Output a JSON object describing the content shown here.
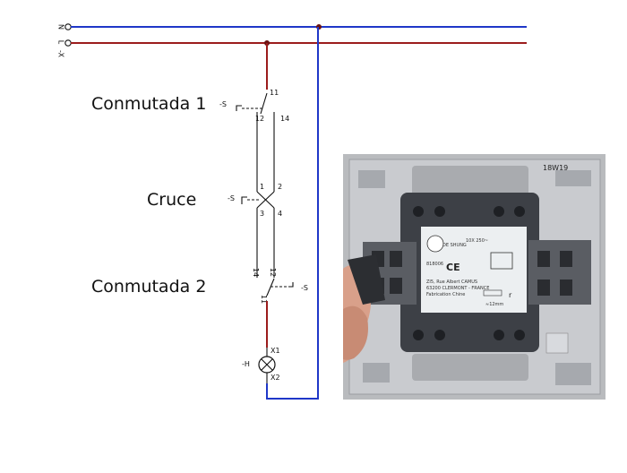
{
  "labels": {
    "switch1": "Conmutada 1",
    "cross": "Cruce",
    "switch2": "Conmutada 2"
  },
  "terminals": {
    "neutral": "N",
    "line": "L",
    "supply": "-X"
  },
  "refs": {
    "switch": "-S",
    "lamp": "-H"
  },
  "pins": {
    "s1_common": "11",
    "s1_a": "12",
    "s1_b": "14",
    "x_1": "1",
    "x_2": "2",
    "x_3": "3",
    "x_4": "4",
    "s2_a": "14",
    "s2_b": "12",
    "s2_common": "11",
    "lamp_x1": "X1",
    "lamp_x2": "X2"
  },
  "photo": {
    "mark": "18W19",
    "rating": "10X\n250~",
    "code": "818006",
    "conductor": "≈12mm",
    "letter": "r"
  },
  "colors": {
    "neutral_wire": "#1f37c8",
    "line_wire": "#9b1c1c"
  }
}
